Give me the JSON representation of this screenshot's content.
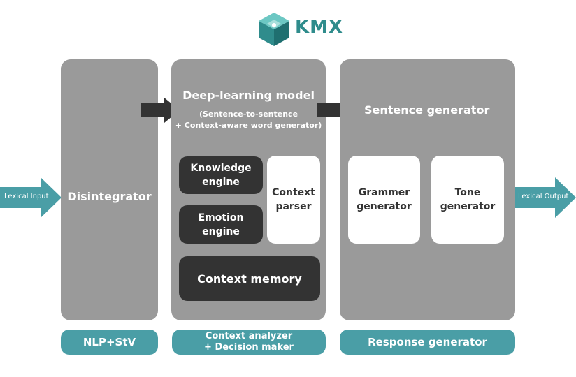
{
  "logo": {
    "text": "KMX",
    "colors": [
      "#3aa6a6",
      "#2f8c8c",
      "#6cc7c3",
      "#1f6f70"
    ]
  },
  "io": {
    "input_label": "Lexical Input",
    "output_label": "Lexical Output"
  },
  "columns": {
    "disintegrator": {
      "title": "Disintegrator",
      "footer": "NLP+StV"
    },
    "analyzer": {
      "title": "Deep-learning model",
      "subtitle_line1": "(Sentence-to-sentence",
      "subtitle_line2": "+ Context-aware word generator)",
      "knowledge_line1": "Knowledge",
      "knowledge_line2": "engine",
      "emotion_line1": "Emotion",
      "emotion_line2": "engine",
      "parser_line1": "Context",
      "parser_line2": "parser",
      "memory": "Context memory",
      "footer_line1": "Context analyzer",
      "footer_line2": "+ Decision maker"
    },
    "response": {
      "title": "Sentence generator",
      "grammar_line1": "Grammer",
      "grammar_line2": "generator",
      "tone_line1": "Tone",
      "tone_line2": "generator",
      "footer": "Response generator"
    }
  },
  "colors": {
    "column_bg": "#9a9a9a",
    "dark_box": "#333333",
    "teal": "#4a9ea6",
    "arrow_dark": "#333333"
  }
}
